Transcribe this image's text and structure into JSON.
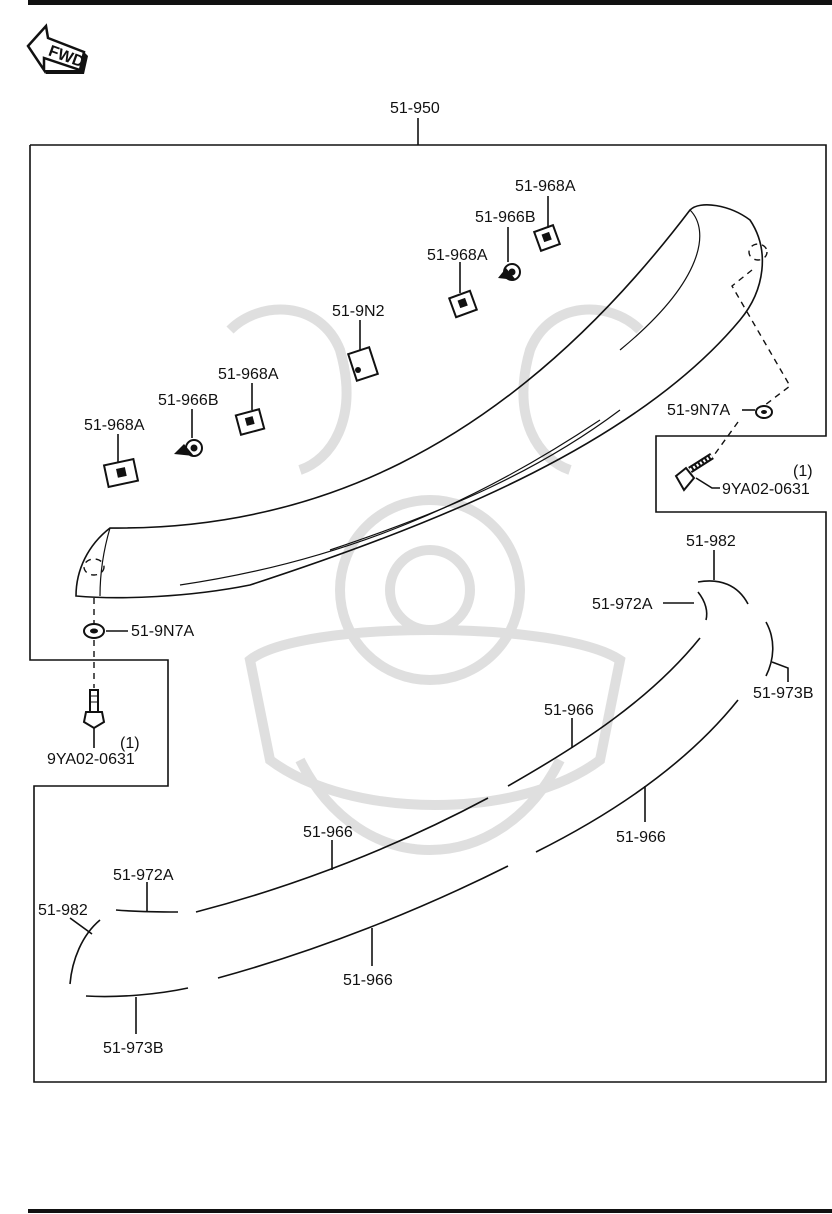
{
  "fwd_label": "FWD",
  "assembly": "51-950",
  "parts": {
    "clip_968a_top": "51-968A",
    "nut_966b_top": "51-966B",
    "clip_968a_mid": "51-968A",
    "bracket_9n2": "51-9N2",
    "clip_968a_left2": "51-968A",
    "nut_966b_left": "51-966B",
    "clip_968a_left": "51-968A",
    "washer_right": "51-9N7A",
    "bolt_right": "9YA02-0631",
    "bolt_right_qty": "(1)",
    "washer_left": "51-9N7A",
    "bolt_left": "9YA02-0631",
    "bolt_left_qty": "(1)",
    "end_982_right": "51-982",
    "trim_972a_right": "51-972A",
    "trim_973b_right": "51-973B",
    "strip_966_upper_right": "51-966",
    "strip_966_lower_right": "51-966",
    "strip_966_upper_left": "51-966",
    "trim_972a_left": "51-972A",
    "end_982_left": "51-982",
    "strip_966_lower_left": "51-966",
    "trim_973b_left": "51-973B"
  }
}
